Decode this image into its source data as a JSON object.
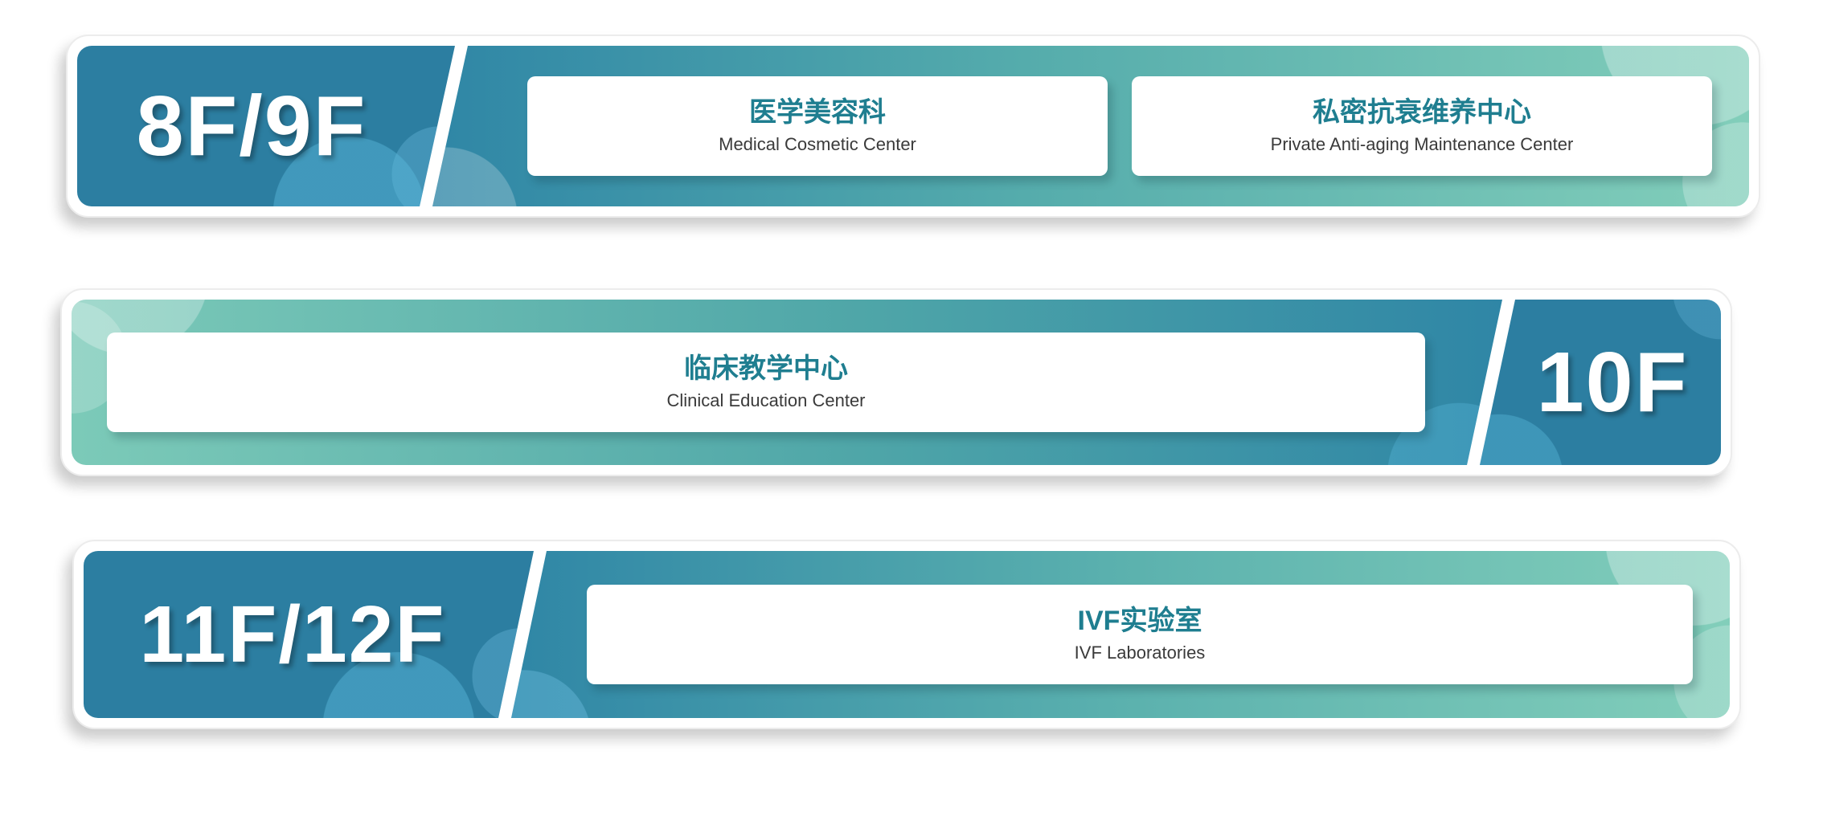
{
  "colors": {
    "teal_dark": "#2c7ea1",
    "teal_gradient_start": "#2f86a6",
    "mint": "#82ceba",
    "department_title_teal": "#1f7e90",
    "subtitle_gray": "#3a3a3a",
    "floor_text": "#ffffff"
  },
  "rows": [
    {
      "floor": "8F/9F",
      "floor_side": "left",
      "departments": [
        {
          "zh": "医学美容科",
          "en": "Medical Cosmetic Center"
        },
        {
          "zh": "私密抗衰维养中心",
          "en": "Private Anti-aging Maintenance Center"
        }
      ]
    },
    {
      "floor": "10F",
      "floor_side": "right",
      "departments": [
        {
          "zh": "临床教学中心",
          "en": "Clinical Education Center"
        }
      ]
    },
    {
      "floor": "11F/12F",
      "floor_side": "left",
      "departments": [
        {
          "zh": "IVF实验室",
          "en": "IVF Laboratories"
        }
      ]
    }
  ]
}
